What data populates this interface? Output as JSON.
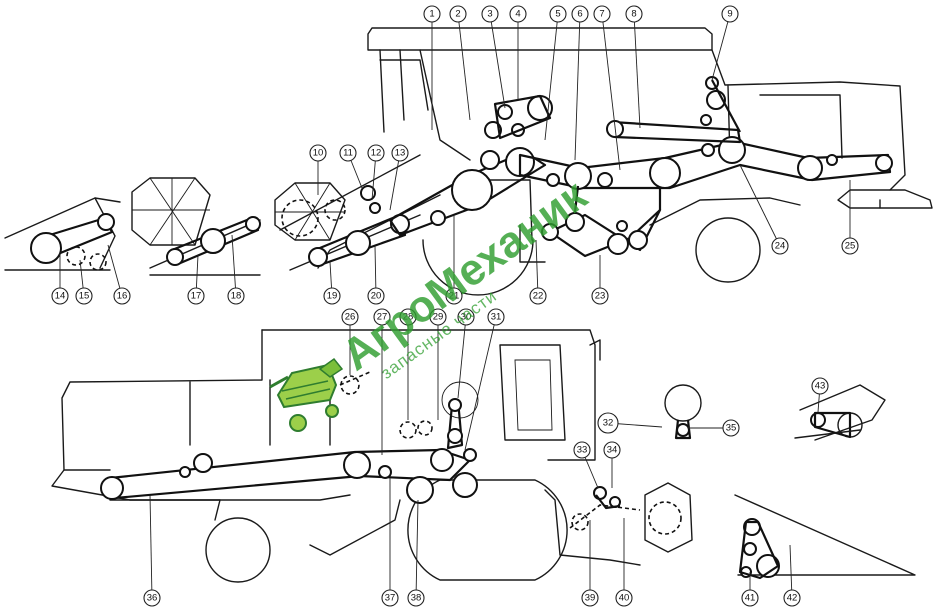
{
  "diagram": {
    "callouts": [
      "1",
      "2",
      "3",
      "4",
      "5",
      "6",
      "7",
      "8",
      "9",
      "10",
      "11",
      "12",
      "13",
      "14",
      "15",
      "16",
      "17",
      "18",
      "19",
      "20",
      "21",
      "22",
      "23",
      "24",
      "25",
      "26",
      "27",
      "28",
      "29",
      "30",
      "31",
      "32",
      "33",
      "34",
      "35",
      "36",
      "37",
      "38",
      "39",
      "40",
      "41",
      "42",
      "43"
    ],
    "highlighted_callout": "32",
    "highlight_color": "#9ab82a"
  },
  "watermark": {
    "brand": "АгроМеханик",
    "tagline": "запасные части",
    "color": "#2f9e2f",
    "icon": "combine-harvester-icon"
  }
}
